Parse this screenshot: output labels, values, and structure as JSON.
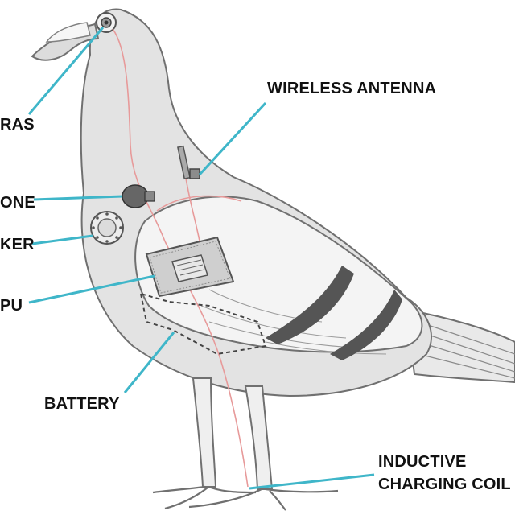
{
  "colors": {
    "leader_line": "#3fb6c9",
    "outline": "#707070",
    "body_fill": "#e3e3e3",
    "wing_fill": "#f4f4f4",
    "band": "#555555",
    "wire": "#e79a9a",
    "chip": "#9a9a9a"
  },
  "labels": {
    "cameras": "RAS",
    "microphone": "ONE",
    "speaker": "KER",
    "cpu": "PU",
    "antenna": "WIRELESS ANTENNA",
    "battery": "BATTERY",
    "coil_line1": "INDUCTIVE",
    "coil_line2": "CHARGING COIL"
  }
}
